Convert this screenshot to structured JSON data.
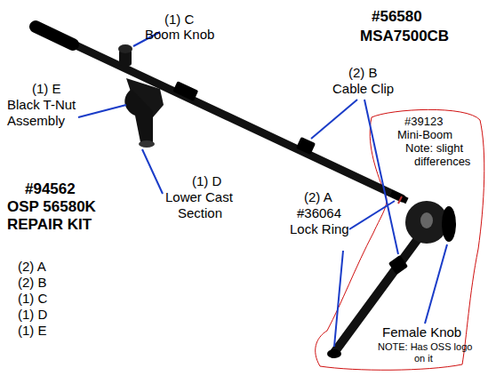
{
  "diagram": {
    "labels": [
      "(1) C",
      "Boom Knob",
      "#56580",
      "MSA7500CB",
      "(1) E",
      "Black T-Nut",
      "Assembly",
      "(2) B",
      "Cable Clip",
      "#39123",
      "Mini-Boom",
      "Note:  slight",
      "differences",
      "(1) D",
      "Lower Cast",
      "Section",
      "#94562",
      "OSP 56580K",
      "REPAIR KIT",
      "(2) A",
      "#36064",
      "Lock Ring",
      "(2) A",
      "(2) B",
      "(1) C",
      "(1) D",
      "(1) E",
      "Female Knob",
      "NOTE: Has OSS logo",
      "on it"
    ]
  }
}
